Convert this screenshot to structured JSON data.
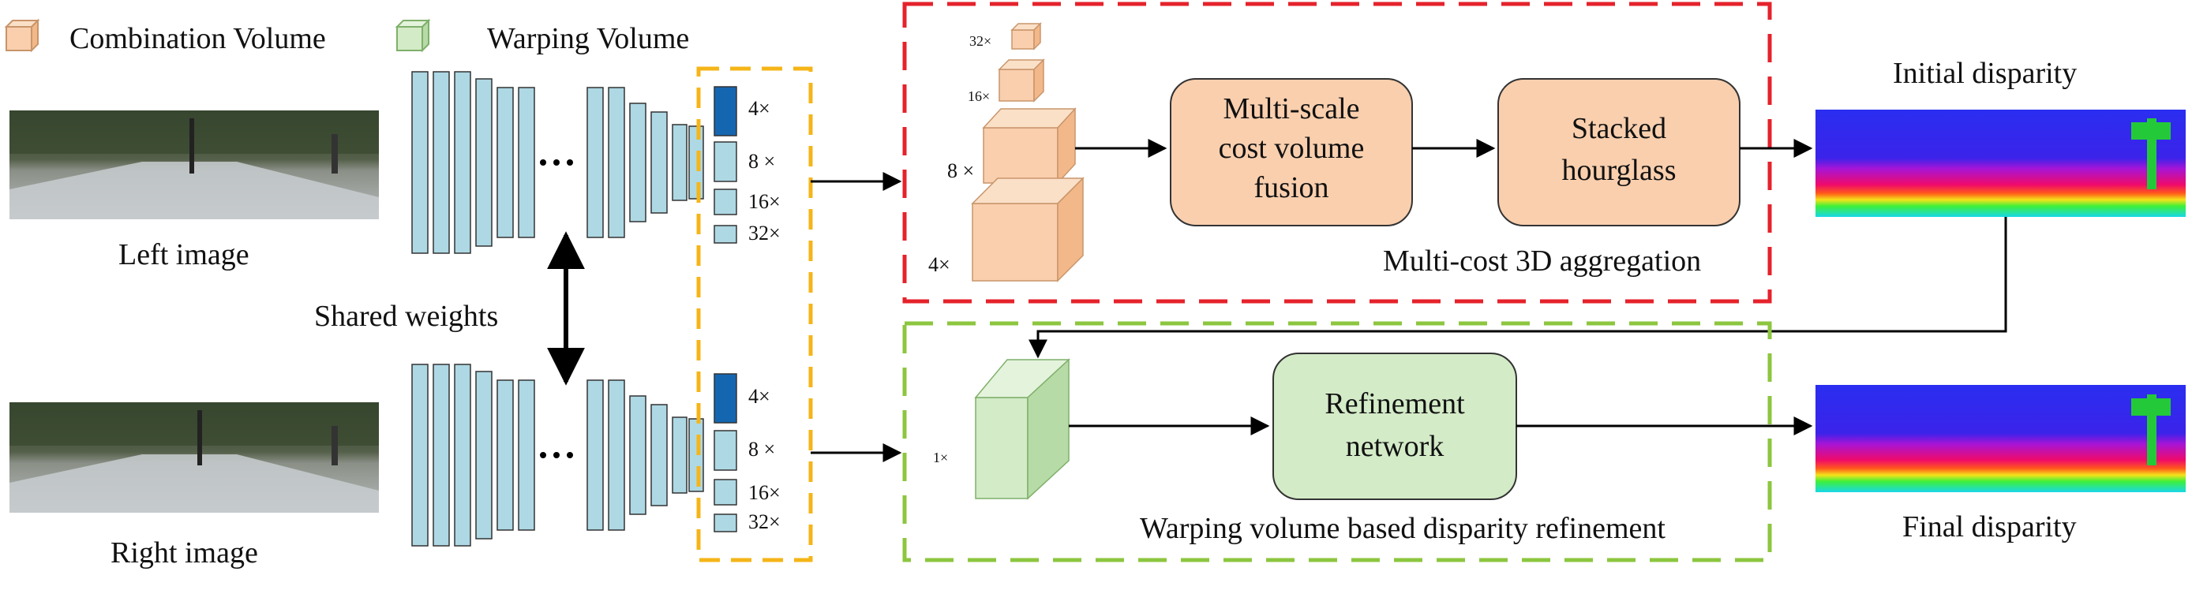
{
  "legend": {
    "combination_volume": "Combination Volume",
    "warping_volume": "Warping Volume"
  },
  "images": {
    "left": "Left image",
    "right": "Right image",
    "initial": "Initial disparity",
    "final": "Final disparity"
  },
  "shared_weights": "Shared weights",
  "feature_scales": [
    "4×",
    "8 ×",
    "16×",
    "32×"
  ],
  "cost_scales": {
    "s32": "32×",
    "s16": "16×",
    "s8": "8 ×",
    "s4": "4×"
  },
  "warp_scale": "1×",
  "boxes": {
    "fusion": [
      "Multi-scale",
      "cost volume",
      "fusion"
    ],
    "hourglass": [
      "Stacked",
      "hourglass"
    ],
    "refinement": [
      "Refinement",
      "network"
    ]
  },
  "sections": {
    "aggregation": "Multi-cost 3D aggregation",
    "refinement": "Warping volume based disparity refinement"
  },
  "colors": {
    "combination": "#f9cfae",
    "warping": "#d3ebc7",
    "feature": "#aed8e4",
    "feature_dark": "#1566b0",
    "red_dash": "#e5222b",
    "yellow_dash": "#f5b518",
    "green_dash": "#8cc63f"
  }
}
